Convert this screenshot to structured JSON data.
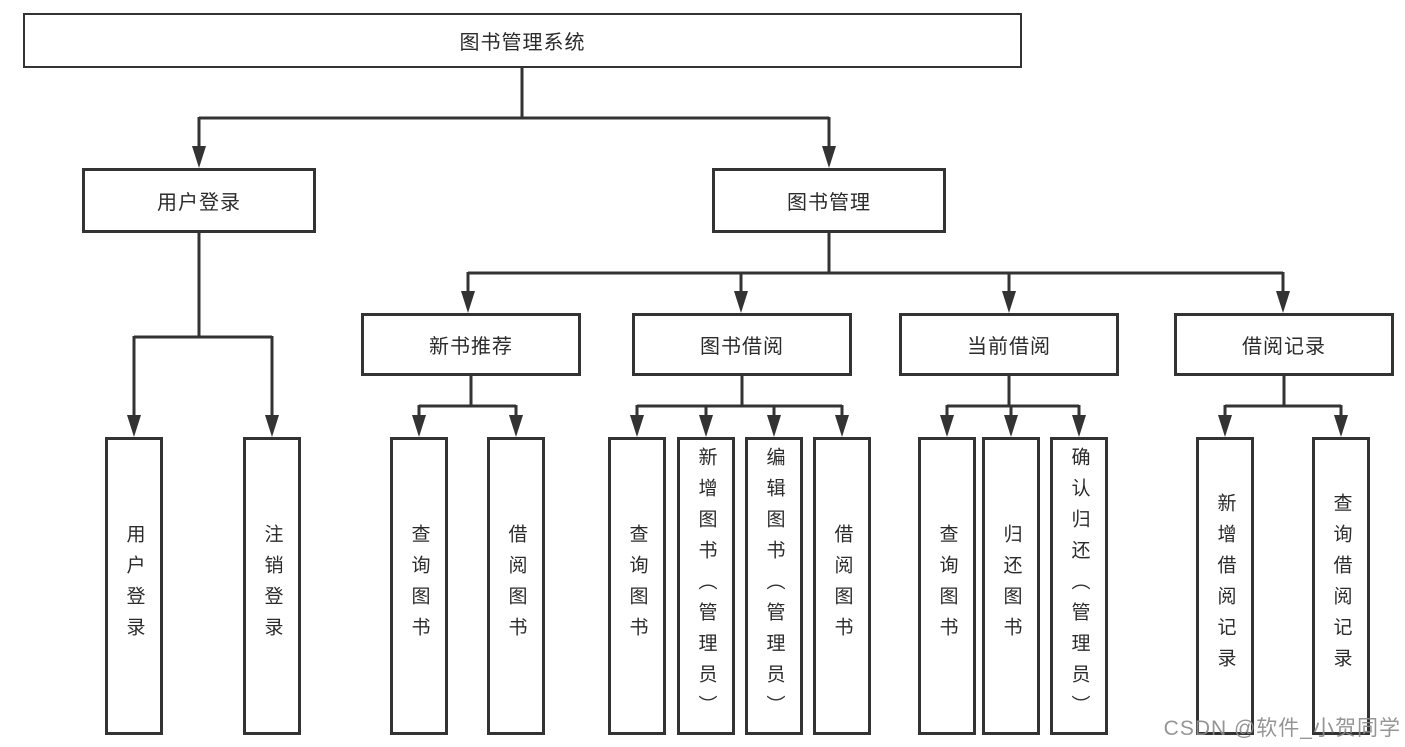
{
  "colors": {
    "line": "#333333",
    "border": "#333333",
    "text": "#2b2b2b",
    "background": "#ffffff",
    "watermark": "#8c8c8c"
  },
  "tree": {
    "root": {
      "label": "图书管理系统"
    },
    "children": [
      {
        "label": "用户登录",
        "children": [
          {
            "label": "用户登录"
          },
          {
            "label": "注销登录"
          }
        ]
      },
      {
        "label": "图书管理",
        "children": [
          {
            "label": "新书推荐",
            "children": [
              {
                "label": "查询图书"
              },
              {
                "label": "借阅图书"
              }
            ]
          },
          {
            "label": "图书借阅",
            "children": [
              {
                "label": "查询图书"
              },
              {
                "label": "新增图书（管理员）"
              },
              {
                "label": "编辑图书（管理员）"
              },
              {
                "label": "借阅图书"
              }
            ]
          },
          {
            "label": "当前借阅",
            "children": [
              {
                "label": "查询图书"
              },
              {
                "label": "归还图书"
              },
              {
                "label": "确认归还（管理员）"
              }
            ]
          },
          {
            "label": "借阅记录",
            "children": [
              {
                "label": "新增借阅记录"
              },
              {
                "label": "查询借阅记录"
              }
            ]
          }
        ]
      }
    ]
  },
  "watermark": {
    "text": "CSDN @软件_小贺同学"
  }
}
